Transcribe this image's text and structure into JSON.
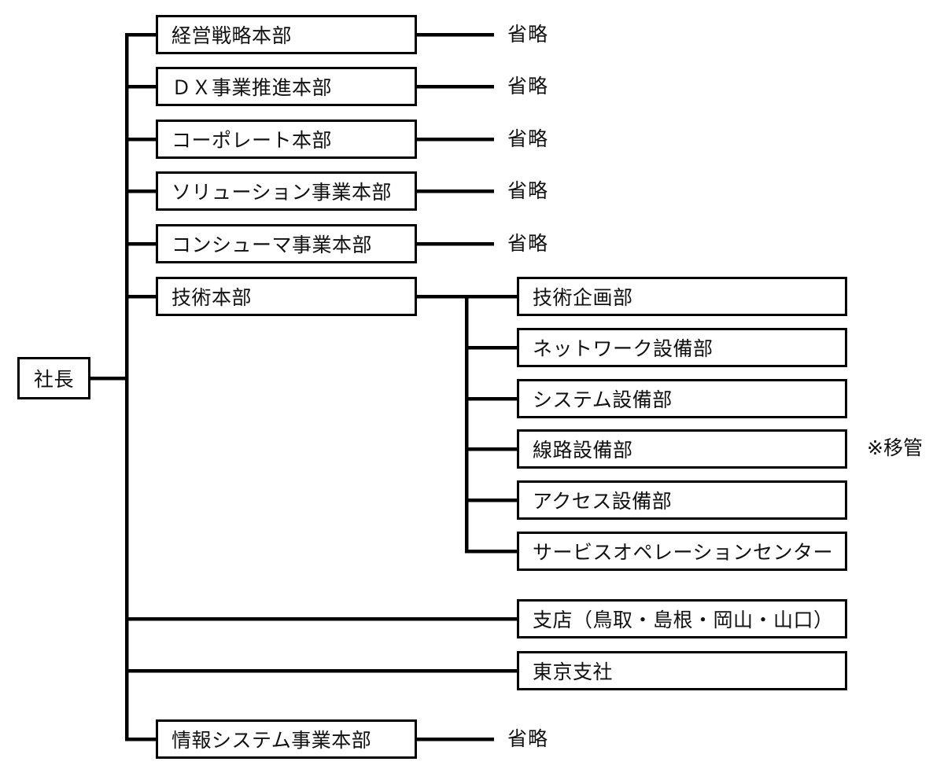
{
  "org": {
    "president": "社長",
    "departments": [
      {
        "label": "経営戦略本部",
        "note": "省略"
      },
      {
        "label": "ＤＸ事業推進本部",
        "note": "省略"
      },
      {
        "label": "コーポレート本部",
        "note": "省略"
      },
      {
        "label": "ソリューション事業本部",
        "note": "省略"
      },
      {
        "label": "コンシューマ事業本部",
        "note": "省略"
      },
      {
        "label": "技術本部",
        "note": ""
      },
      {
        "label": "支店（鳥取・島根・岡山・山口）",
        "note": ""
      },
      {
        "label": "東京支社",
        "note": ""
      },
      {
        "label": "情報システム事業本部",
        "note": "省略"
      }
    ],
    "tech_divisions": [
      {
        "label": "技術企画部",
        "annotation": ""
      },
      {
        "label": "ネットワーク設備部",
        "annotation": ""
      },
      {
        "label": "システム設備部",
        "annotation": ""
      },
      {
        "label": "線路設備部",
        "annotation": "※移管"
      },
      {
        "label": "アクセス設備部",
        "annotation": ""
      },
      {
        "label": "サービスオペレーションセンター",
        "annotation": ""
      }
    ],
    "colors": {
      "line": "#000000",
      "box_border": "#000000",
      "box_background": "#ffffff",
      "text": "#111111",
      "page_background": "#ffffff"
    }
  }
}
